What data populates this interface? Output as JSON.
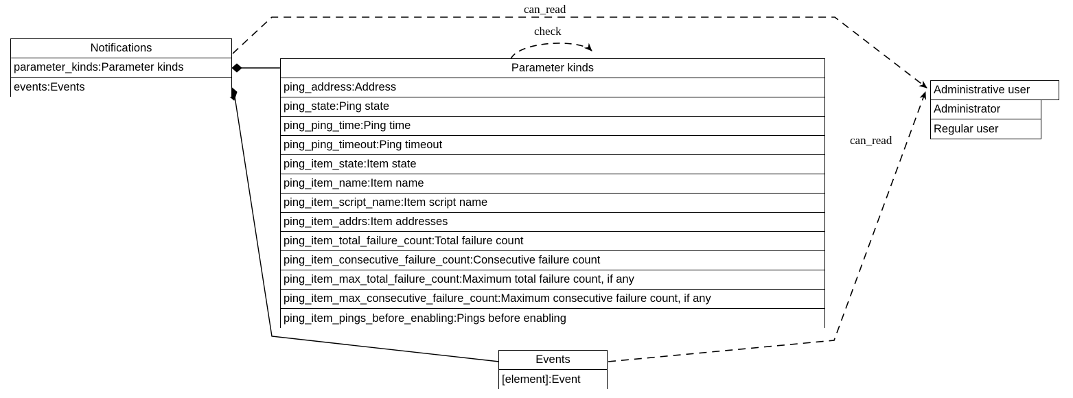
{
  "diagram": {
    "type": "uml-class-diagram",
    "background_color": "#ffffff",
    "line_color": "#000000",
    "text_color": "#000000"
  },
  "nodes": {
    "notifications": {
      "title": "Notifications",
      "attributes": [
        "parameter_kinds:Parameter kinds",
        "events:Events"
      ]
    },
    "parameter_kinds": {
      "title": "Parameter kinds",
      "attributes": [
        "ping_address:Address",
        "ping_state:Ping state",
        "ping_ping_time:Ping time",
        "ping_ping_timeout:Ping timeout",
        "ping_item_state:Item state",
        "ping_item_name:Item name",
        "ping_item_script_name:Item script name",
        "ping_item_addrs:Item addresses",
        "ping_item_total_failure_count:Total failure count",
        "ping_item_consecutive_failure_count:Consecutive failure count",
        "ping_item_max_total_failure_count:Maximum total failure count, if any",
        "ping_item_max_consecutive_failure_count:Maximum consecutive failure count, if any",
        "ping_item_pings_before_enabling:Pings before enabling"
      ]
    },
    "administrative_user": {
      "title": "Administrative user",
      "attributes": [
        "Administrator",
        "Regular user"
      ]
    },
    "events": {
      "title": "Events",
      "attributes": [
        "[element]:Event"
      ]
    }
  },
  "edges": [
    {
      "id": "notifications-to-admin-user",
      "label": "can_read",
      "style": "dashed",
      "arrow": "open",
      "from": "notifications",
      "to": "administrative_user"
    },
    {
      "id": "parameter-kinds-self-check",
      "label": "check",
      "style": "dashed",
      "arrow": "open",
      "from": "parameter_kinds",
      "to": "parameter_kinds"
    },
    {
      "id": "events-to-admin-user",
      "label": "can_read",
      "style": "dashed",
      "arrow": "open",
      "from": "events",
      "to": "administrative_user"
    },
    {
      "id": "notifications-composition-parameter-kinds",
      "label": "",
      "style": "solid",
      "arrow": "filled-diamond",
      "from": "notifications",
      "to": "parameter_kinds"
    },
    {
      "id": "notifications-composition-events",
      "label": "",
      "style": "solid",
      "arrow": "filled-diamond",
      "from": "notifications",
      "to": "events"
    }
  ]
}
